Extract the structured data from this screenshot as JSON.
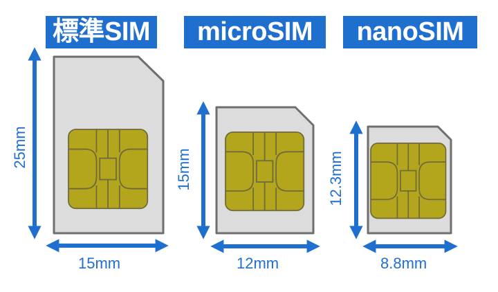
{
  "cards": [
    {
      "title": "標準SIM",
      "width_label": "15mm",
      "height_label": "25mm"
    },
    {
      "title": "microSIM",
      "width_label": "12mm",
      "height_label": "15mm"
    },
    {
      "title": "nanoSIM",
      "width_label": "8.8mm",
      "height_label": "12.3mm"
    }
  ],
  "colors": {
    "title_bg": "#1f6fcf",
    "arrow": "#1f6fcf",
    "card_fill": "#dcdcdc",
    "card_stroke": "#6e6e6e",
    "chip_fill": "#b4a61c",
    "chip_stroke": "#6e6a3a"
  }
}
